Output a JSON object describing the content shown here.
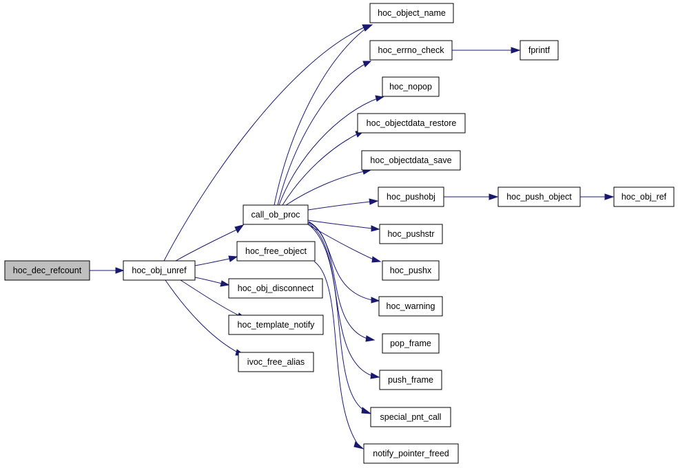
{
  "diagram": {
    "type": "call-graph",
    "colors": {
      "edge": "#191970",
      "root_fill": "#bfbfbf",
      "node_fill": "#ffffff",
      "node_stroke": "#000000"
    },
    "nodes": {
      "hoc_dec_refcount": "hoc_dec_refcount",
      "hoc_obj_unref": "hoc_obj_unref",
      "call_ob_proc": "call_ob_proc",
      "hoc_free_object": "hoc_free_object",
      "hoc_obj_disconnect": "hoc_obj_disconnect",
      "hoc_template_notify": "hoc_template_notify",
      "ivoc_free_alias": "ivoc_free_alias",
      "hoc_object_name": "hoc_object_name",
      "hoc_errno_check": "hoc_errno_check",
      "fprintf": "fprintf",
      "hoc_nopop": "hoc_nopop",
      "hoc_objectdata_restore": "hoc_objectdata_restore",
      "hoc_objectdata_save": "hoc_objectdata_save",
      "hoc_pushobj": "hoc_pushobj",
      "hoc_push_object": "hoc_push_object",
      "hoc_obj_ref": "hoc_obj_ref",
      "hoc_pushstr": "hoc_pushstr",
      "hoc_pushx": "hoc_pushx",
      "hoc_warning": "hoc_warning",
      "pop_frame": "pop_frame",
      "push_frame": "push_frame",
      "special_pnt_call": "special_pnt_call",
      "notify_pointer_freed": "notify_pointer_freed"
    },
    "edges": [
      [
        "hoc_dec_refcount",
        "hoc_obj_unref"
      ],
      [
        "hoc_obj_unref",
        "hoc_object_name"
      ],
      [
        "hoc_obj_unref",
        "call_ob_proc"
      ],
      [
        "hoc_obj_unref",
        "hoc_free_object"
      ],
      [
        "hoc_obj_unref",
        "hoc_obj_disconnect"
      ],
      [
        "hoc_obj_unref",
        "hoc_template_notify"
      ],
      [
        "hoc_obj_unref",
        "ivoc_free_alias"
      ],
      [
        "call_ob_proc",
        "hoc_object_name"
      ],
      [
        "call_ob_proc",
        "hoc_errno_check"
      ],
      [
        "call_ob_proc",
        "hoc_nopop"
      ],
      [
        "call_ob_proc",
        "hoc_objectdata_restore"
      ],
      [
        "call_ob_proc",
        "hoc_objectdata_save"
      ],
      [
        "call_ob_proc",
        "hoc_pushobj"
      ],
      [
        "call_ob_proc",
        "hoc_pushstr"
      ],
      [
        "call_ob_proc",
        "hoc_pushx"
      ],
      [
        "call_ob_proc",
        "hoc_warning"
      ],
      [
        "call_ob_proc",
        "pop_frame"
      ],
      [
        "call_ob_proc",
        "push_frame"
      ],
      [
        "call_ob_proc",
        "special_pnt_call"
      ],
      [
        "hoc_free_object",
        "notify_pointer_freed"
      ],
      [
        "hoc_errno_check",
        "fprintf"
      ],
      [
        "hoc_pushobj",
        "hoc_push_object"
      ],
      [
        "hoc_push_object",
        "hoc_obj_ref"
      ]
    ]
  }
}
